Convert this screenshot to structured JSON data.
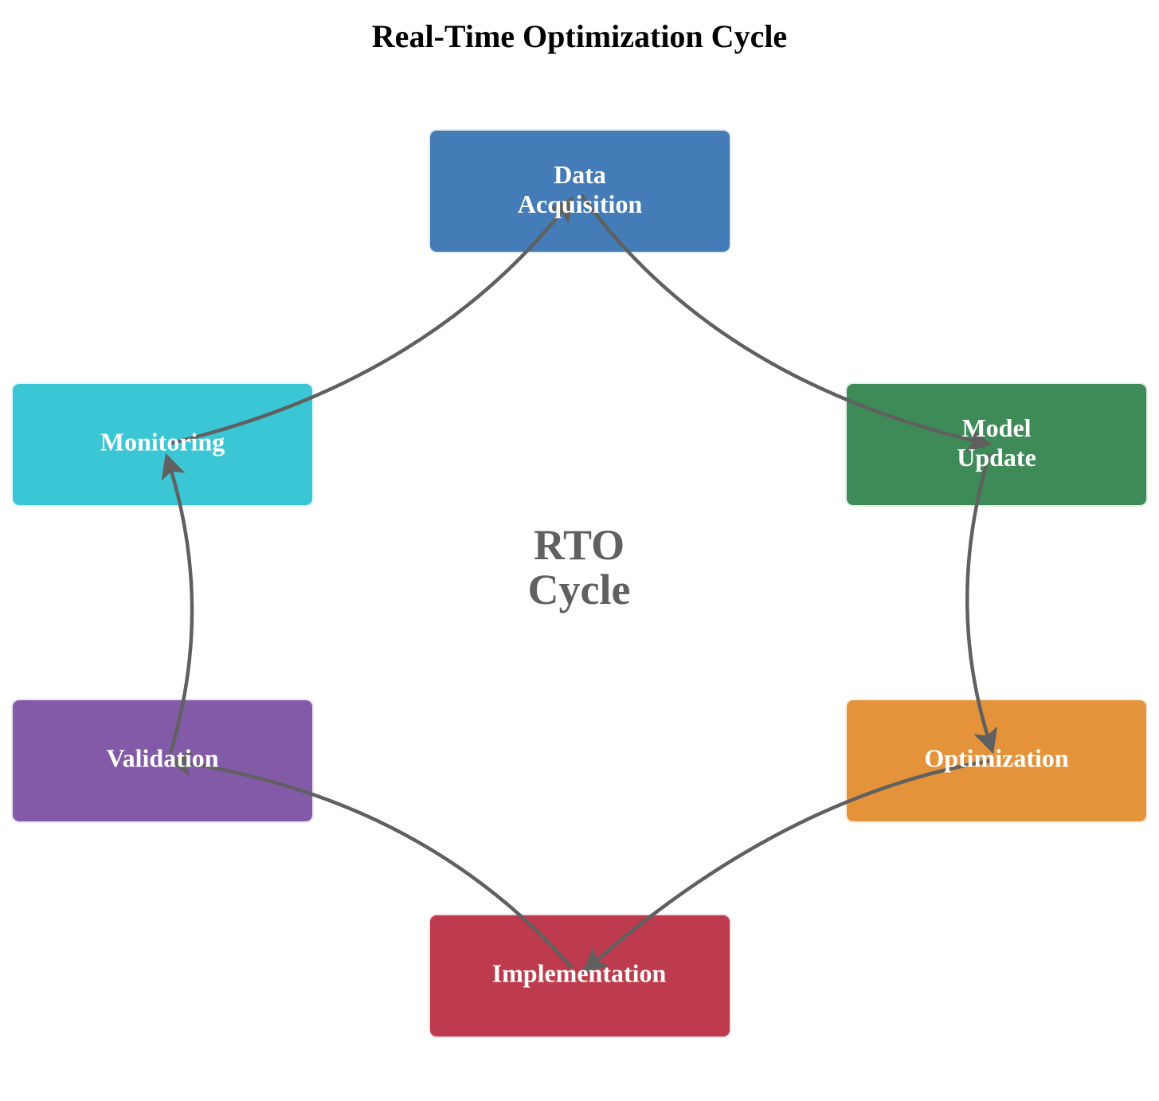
{
  "title": "Real-Time Optimization Cycle",
  "center_label": "RTO\nCycle",
  "arrow_color": "#606060",
  "nodes": [
    {
      "id": "data-acquisition",
      "label": "Data\nAcquisition",
      "color": "#437CB6"
    },
    {
      "id": "model-update",
      "label": "Model\nUpdate",
      "color": "#3E8B58"
    },
    {
      "id": "optimization",
      "label": "Optimization",
      "color": "#E4933A"
    },
    {
      "id": "implementation",
      "label": "Implementation",
      "color": "#BD3B4D"
    },
    {
      "id": "validation",
      "label": "Validation",
      "color": "#825AA8"
    },
    {
      "id": "monitoring",
      "label": "Monitoring",
      "color": "#3AC6D5"
    }
  ],
  "edges": [
    {
      "from": "data-acquisition",
      "to": "model-update"
    },
    {
      "from": "model-update",
      "to": "optimization"
    },
    {
      "from": "optimization",
      "to": "implementation"
    },
    {
      "from": "implementation",
      "to": "validation"
    },
    {
      "from": "validation",
      "to": "monitoring"
    },
    {
      "from": "monitoring",
      "to": "data-acquisition"
    }
  ]
}
